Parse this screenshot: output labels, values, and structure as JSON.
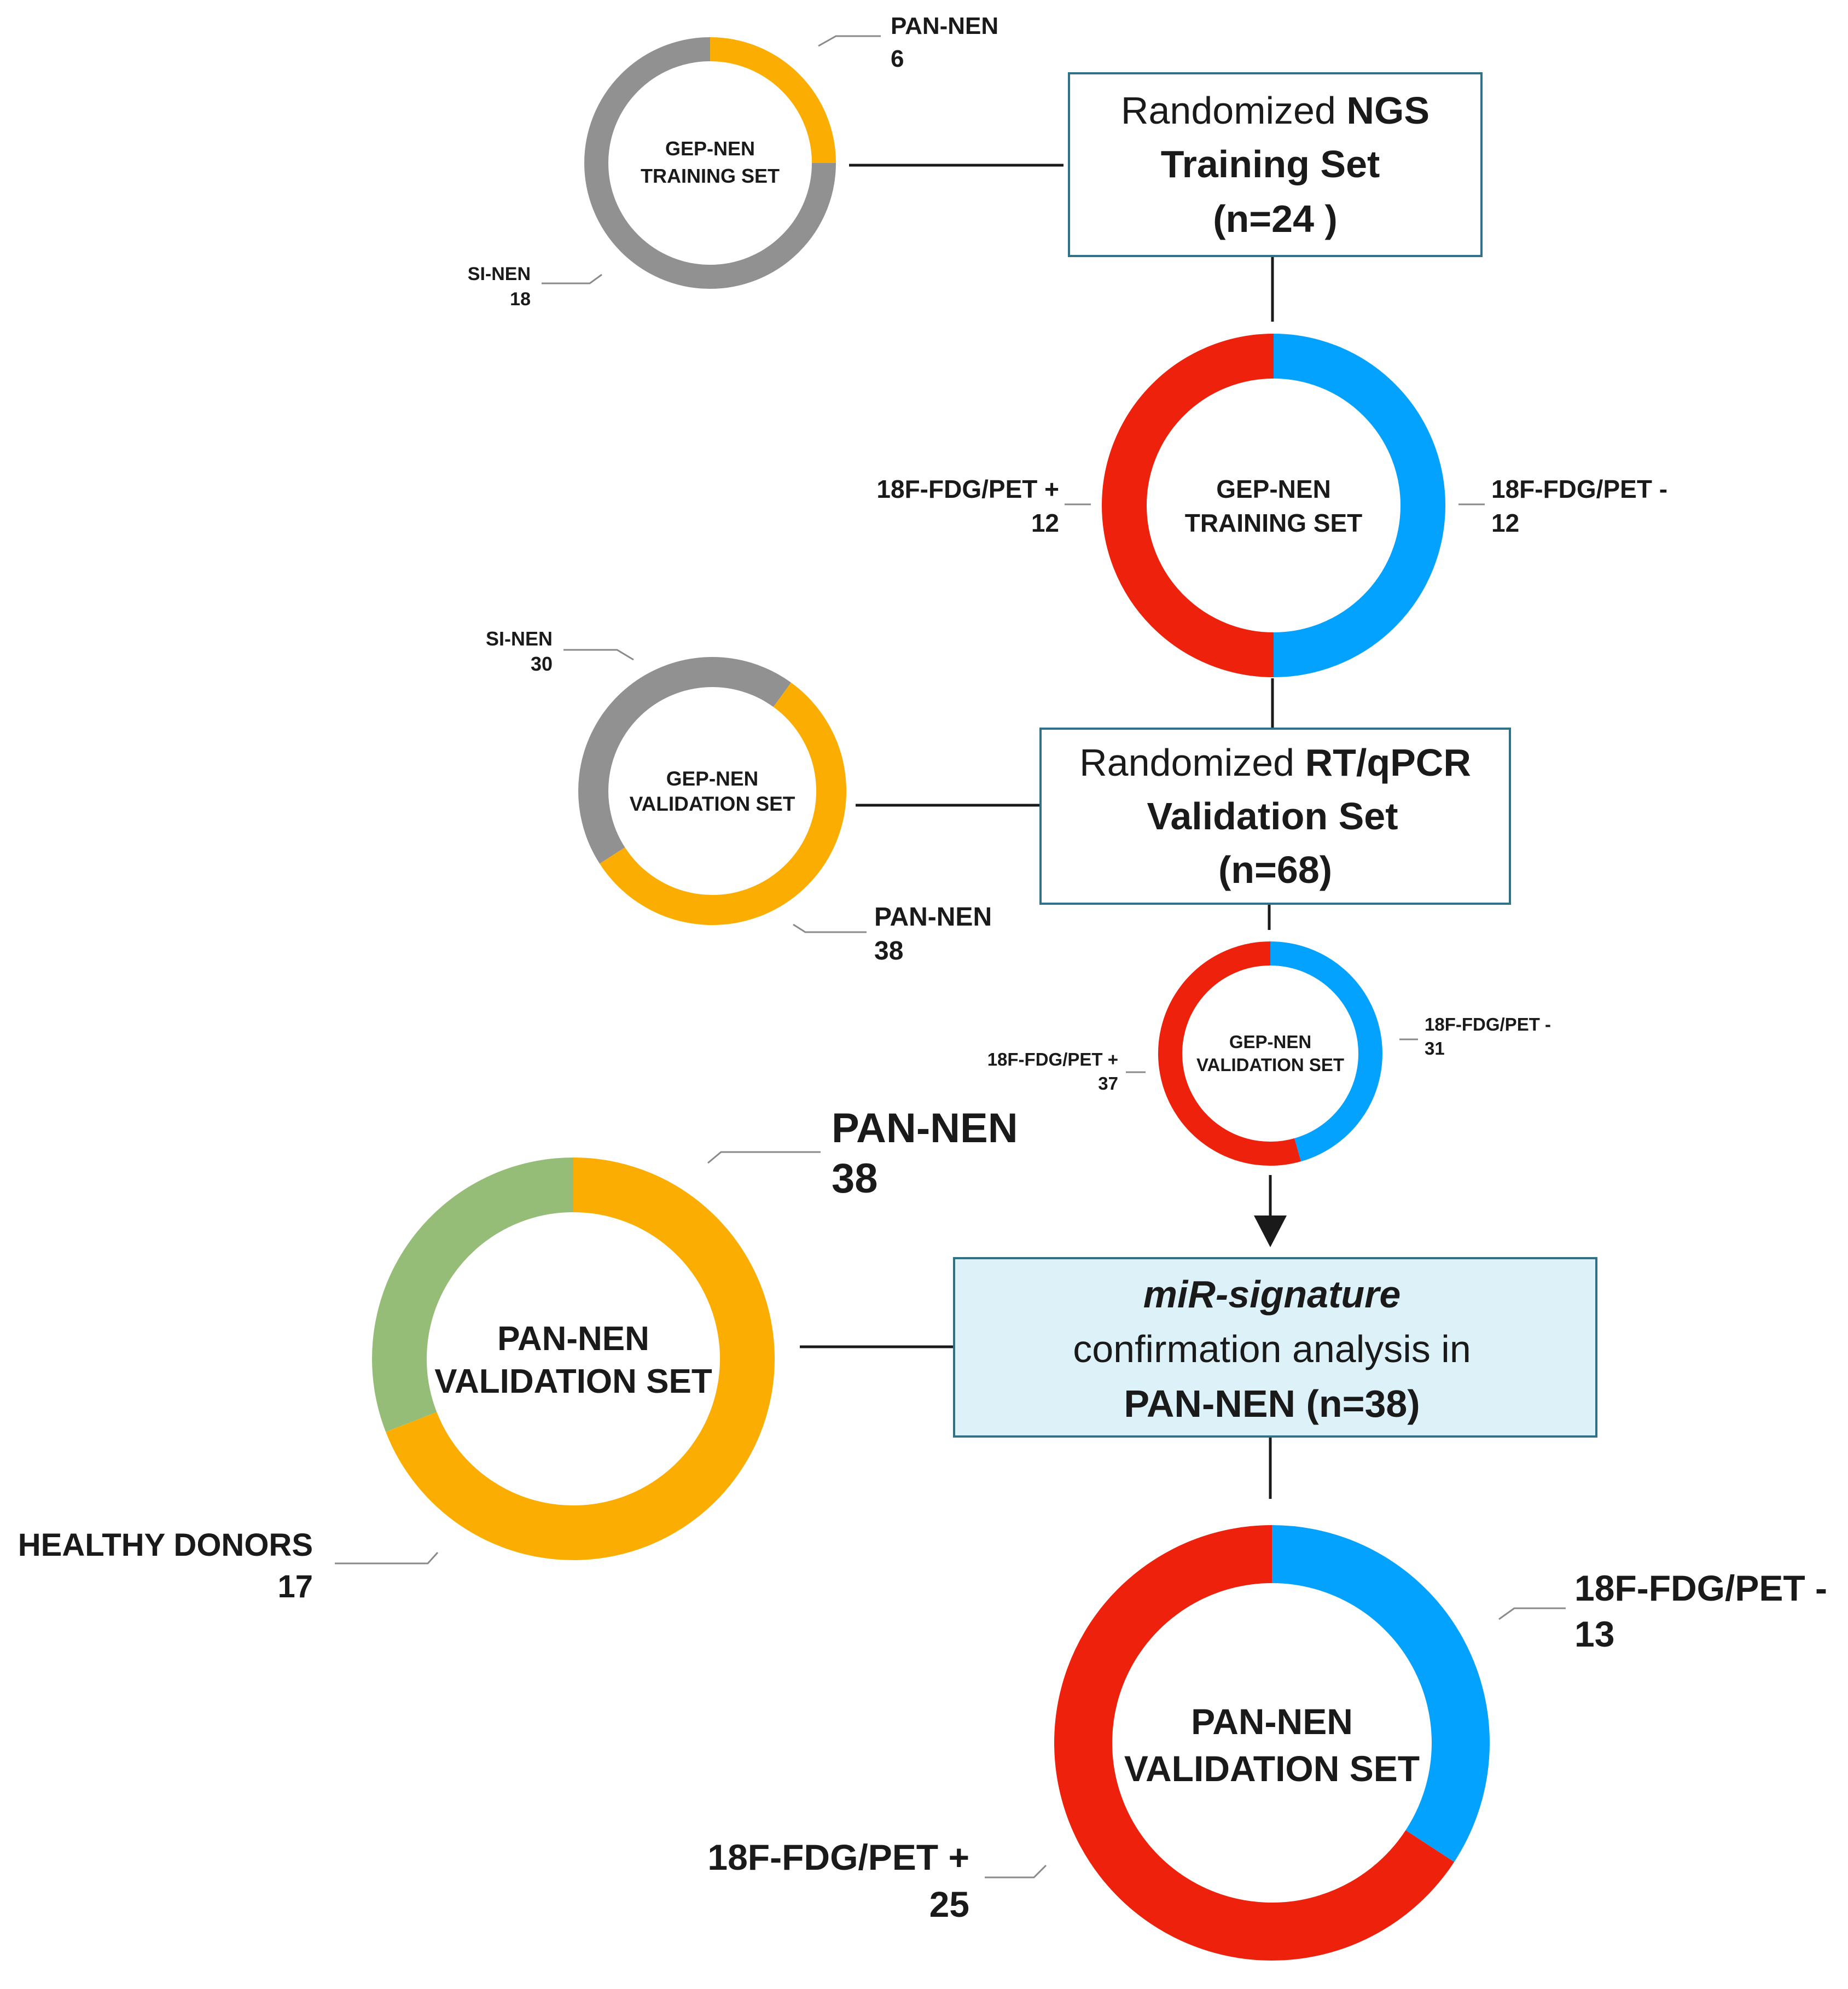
{
  "colors": {
    "orange": "#FBAE01",
    "gray": "#919191",
    "red": "#EE220C",
    "blue": "#04A2FF",
    "green": "#96BD77",
    "box_border": "#2F7186",
    "box_fill_light": "#DDF2F8",
    "connector": "#1a1a1a",
    "leader": "#8a8a8a"
  },
  "boxes": {
    "ngs": {
      "line1_prefix": "Randomized ",
      "line1_bold": "NGS",
      "line2": "Training Set",
      "line3": "(n=24 )"
    },
    "rtqpcr": {
      "line1_prefix": "Randomized ",
      "line1_bold": "RT/qPCR",
      "line2": "Validation Set",
      "line3": "(n=68)"
    },
    "mir": {
      "line1": "miR-signature",
      "line2": "confirmation analysis in",
      "line3": "PAN-NEN (n=38)"
    }
  },
  "donuts": {
    "training_type": {
      "center": [
        "GEP-NEN",
        "TRAINING SET"
      ],
      "segments": [
        {
          "name": "PAN-NEN",
          "value": 6,
          "color_key": "orange"
        },
        {
          "name": "SI-NEN",
          "value": 18,
          "color_key": "gray"
        }
      ]
    },
    "training_pet": {
      "center": [
        "GEP-NEN",
        "TRAINING SET"
      ],
      "segments": [
        {
          "name": "18F-FDG/PET -",
          "value": 12,
          "color_key": "blue"
        },
        {
          "name": "18F-FDG/PET +",
          "value": 12,
          "color_key": "red"
        }
      ]
    },
    "validation_type": {
      "center": [
        "GEP-NEN",
        "VALIDATION SET"
      ],
      "segments": [
        {
          "name": "PAN-NEN",
          "value": 38,
          "color_key": "orange"
        },
        {
          "name": "SI-NEN",
          "value": 30,
          "color_key": "gray"
        }
      ]
    },
    "validation_pet": {
      "center": [
        "GEP-NEN",
        "VALIDATION SET"
      ],
      "segments": [
        {
          "name": "18F-FDG/PET -",
          "value": 31,
          "color_key": "blue"
        },
        {
          "name": "18F-FDG/PET +",
          "value": 37,
          "color_key": "red"
        }
      ]
    },
    "pan_validation": {
      "center": [
        "PAN-NEN",
        "VALIDATION SET"
      ],
      "segments": [
        {
          "name": "PAN-NEN",
          "value": 38,
          "color_key": "orange"
        },
        {
          "name": "HEALTHY DONORS",
          "value": 17,
          "color_key": "green"
        }
      ]
    },
    "pan_pet": {
      "center": [
        "PAN-NEN",
        "VALIDATION SET"
      ],
      "segments": [
        {
          "name": "18F-FDG/PET -",
          "value": 13,
          "color_key": "blue"
        },
        {
          "name": "18F-FDG/PET +",
          "value": 25,
          "color_key": "red"
        }
      ]
    }
  }
}
